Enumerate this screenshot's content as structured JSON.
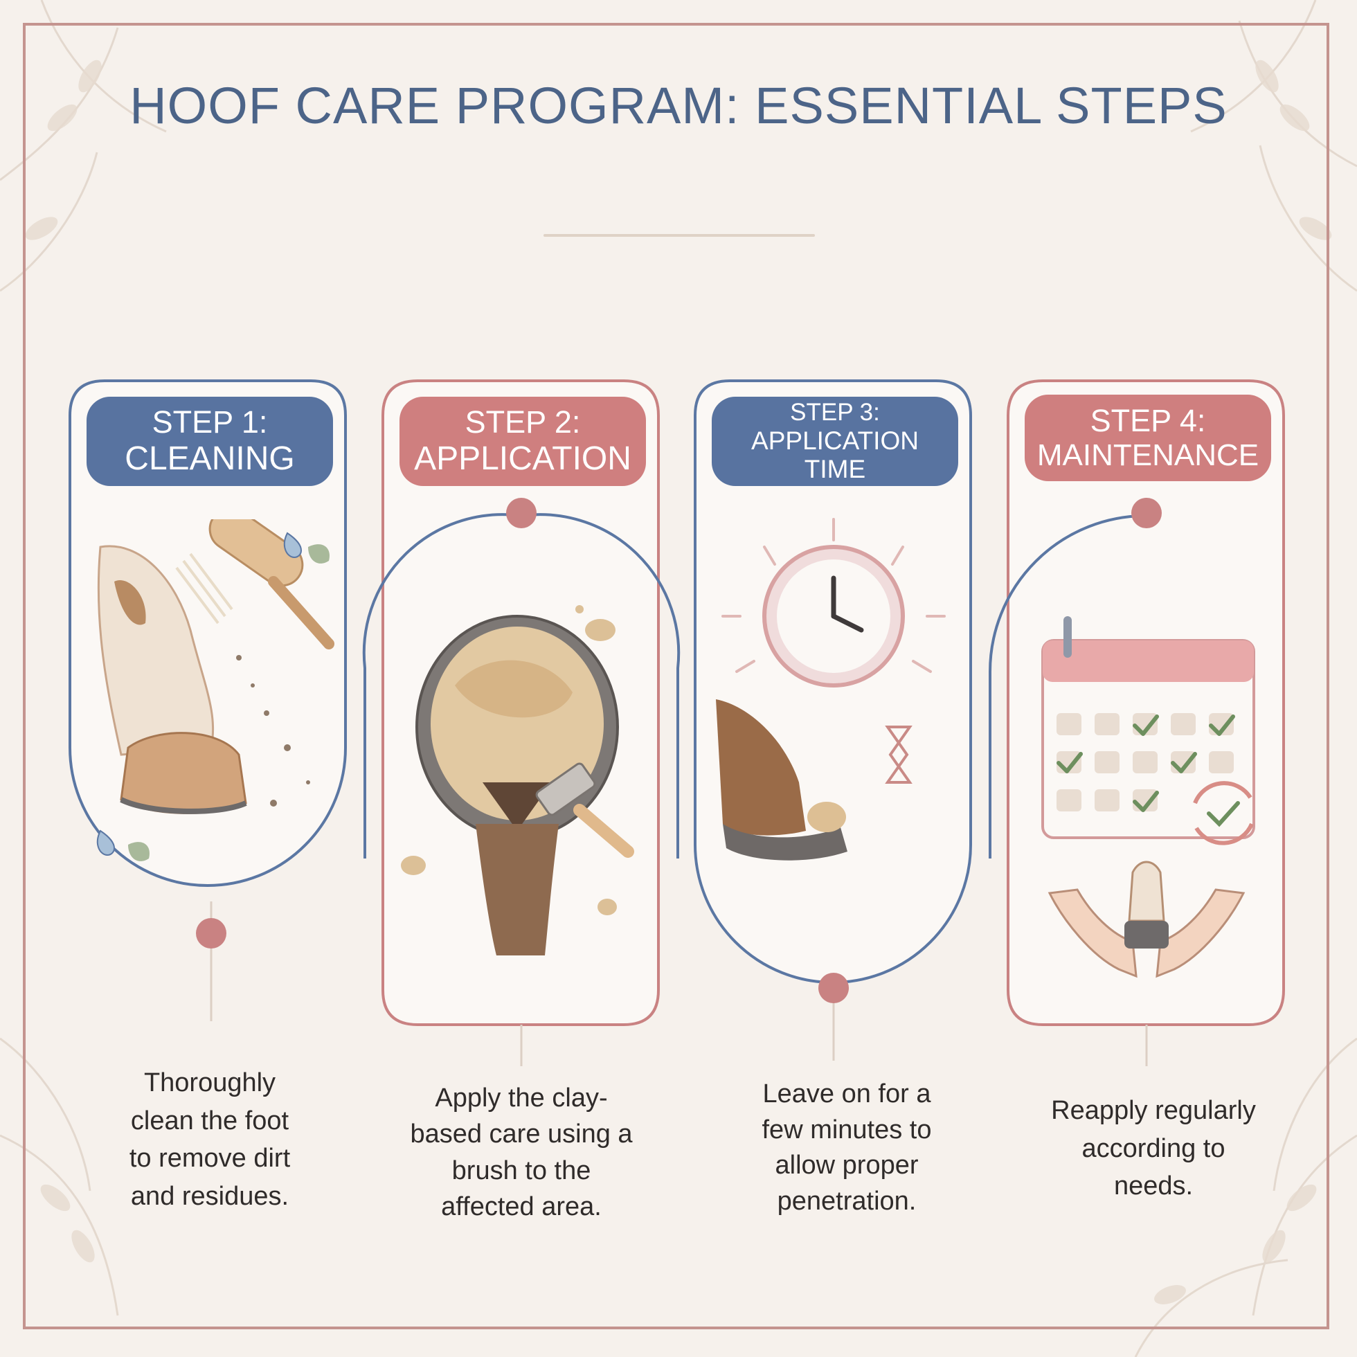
{
  "title": "HOOF CARE PROGRAM: ESSENTIAL STEPS",
  "colors": {
    "blue": "#5873a0",
    "rose": "#cf7f7f",
    "outline_blue": "#5b77a3",
    "outline_rose": "#c98282",
    "background": "#f6f1ec"
  },
  "steps": [
    {
      "step": "STEP 1:",
      "name": "CLEANING",
      "color": "blue",
      "icon": "hoof-brush-icon",
      "text_lines": [
        "Thoroughly",
        "clean the foot",
        "to remove dirt",
        "and residues."
      ]
    },
    {
      "step": "STEP 2:",
      "name": "APPLICATION",
      "color": "rose",
      "icon": "hoof-clay-brush-icon",
      "text_lines": [
        "Apply the clay-",
        "based care using a",
        "brush to the",
        "affected area."
      ]
    },
    {
      "step": "STEP 3:",
      "name_lines": [
        "APPLICATION",
        "TIME"
      ],
      "color": "blue",
      "icon": "clock-hoof-icon",
      "text_lines": [
        "Leave on for a",
        "few minutes to",
        "allow proper",
        "penetration."
      ]
    },
    {
      "step": "STEP 4:",
      "name": "MAINTENANCE",
      "color": "rose",
      "icon": "calendar-hands-icon",
      "text_lines": [
        "Reapply regularly",
        "according to",
        "needs."
      ]
    }
  ]
}
